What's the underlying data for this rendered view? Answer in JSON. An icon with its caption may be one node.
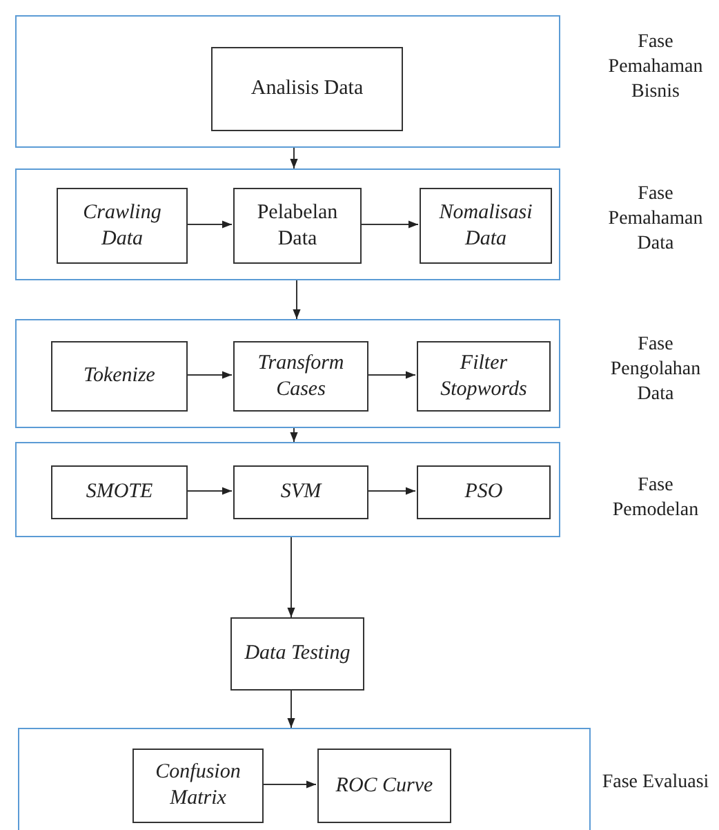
{
  "diagram": {
    "nodes": [
      {
        "text": [],
        "shape": "box",
        "beside": [
          "Fase Pemahaman Bisnis"
        ]
      },
      {
        "text": [
          "Analisis Data"
        ],
        "in": 0
      },
      {
        "text": [],
        "shape": "box",
        "beside": [
          "Fase Pemahaman Data"
        ]
      },
      {
        "text": [
          "Crawling Data"
        ],
        "in": 2
      },
      {
        "text": [
          "Pelabelan Data"
        ],
        "in": 2
      },
      {
        "text": [
          "Nomalisasi Data"
        ],
        "in": 2
      },
      {
        "text": [],
        "shape": "box",
        "beside": [
          "Fase Pengolahan Data"
        ]
      },
      {
        "text": [
          "Tokenize"
        ],
        "in": 6
      },
      {
        "text": [
          "Transform Cases"
        ],
        "in": 6
      },
      {
        "text": [
          "Filter Stopwords"
        ],
        "in": 6
      },
      {
        "text": [],
        "shape": "box",
        "beside": [
          "Fase Pemodelan"
        ]
      },
      {
        "text": [
          "SMOTE"
        ],
        "in": 10
      },
      {
        "text": [
          "SVM"
        ],
        "in": 10
      },
      {
        "text": [
          "PSO"
        ],
        "in": 10
      },
      {
        "text": [
          "Data Testing"
        ]
      },
      {
        "text": [],
        "shape": "box",
        "beside": [
          "Fase Evaluasi"
        ]
      },
      {
        "text": [
          "Confusion Matrix"
        ],
        "in": 15
      },
      {
        "text": [
          "ROC Curve"
        ],
        "in": 15
      }
    ],
    "edges": [
      {
        "from": 0,
        "to": 2,
        "arrow": "to"
      },
      {
        "from": 3,
        "to": 4,
        "arrow": "to"
      },
      {
        "from": 4,
        "to": 5,
        "arrow": "to"
      },
      {
        "from": 2,
        "to": 6,
        "arrow": "to"
      },
      {
        "from": 7,
        "to": 8,
        "arrow": "to"
      },
      {
        "from": 8,
        "to": 9,
        "arrow": "to"
      },
      {
        "from": 6,
        "to": 10,
        "arrow": "to"
      },
      {
        "from": 11,
        "to": 12,
        "arrow": "to"
      },
      {
        "from": 12,
        "to": 13,
        "arrow": "to"
      },
      {
        "from": 10,
        "to": 14,
        "arrow": "to"
      },
      {
        "from": 14,
        "to": 15,
        "arrow": "to"
      },
      {
        "from": 16,
        "to": 17,
        "arrow": "to"
      }
    ]
  }
}
